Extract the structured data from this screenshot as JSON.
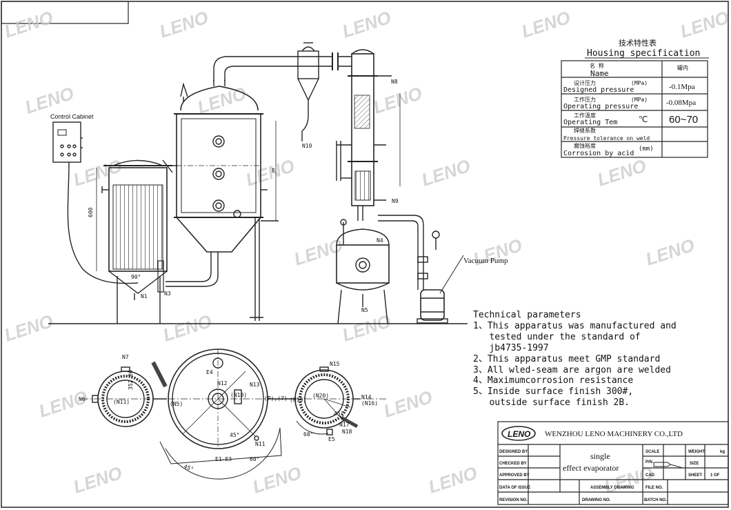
{
  "watermark": {
    "text": "LENO",
    "color": "#bbbbbb"
  },
  "control_cabinet": {
    "label": "Control Cabinet"
  },
  "vacuum_pump": {
    "label": "Vacuum Pump"
  },
  "side_view_labels": {
    "n1": "N1",
    "n3": "N3",
    "n4": "N4",
    "n5": "N5",
    "n8": "N8",
    "n9": "N9",
    "n10": "N10",
    "dim_600": "600",
    "angle_90": "90°",
    "e": "E"
  },
  "plan_view_labels": {
    "n7": "N7",
    "n6": "N6",
    "n11_left": "(N11)",
    "dim_35286": "352.86",
    "e4": "E4",
    "n12": "N12",
    "n13": "N13",
    "n5": "(N5)",
    "n10": "(N10)",
    "n20": "(N20)",
    "n19": "(N19)",
    "p7": "(P),(7)",
    "n11": "N11",
    "n15": "N15",
    "n17": "N17",
    "n14": "N14",
    "n16": "(N16)",
    "n18": "N18",
    "e5": "E5",
    "e1e3": "E1-E3",
    "a45a": "45°",
    "a45b": "45°",
    "a60a": "60°",
    "a60b": "60°",
    "a45c": "45°"
  },
  "housing_spec": {
    "title_cn": "技术特性表",
    "title_en": "Housing specification",
    "header": {
      "name_cn": "名  称",
      "name_en": "Name",
      "value_cn": "罐内"
    },
    "rows": [
      {
        "cn": "设计压力",
        "unit": "(MPa)",
        "en": "Designed pressure",
        "value": "-0.1Mpa"
      },
      {
        "cn": "工作压力",
        "unit": "(MPa)",
        "en": "Operating pressure",
        "value": "-0.08Mpa"
      },
      {
        "cn": "工作温度",
        "unit": "℃",
        "en": "Operating Tem",
        "value": "60~70"
      },
      {
        "cn": "焊缝系数",
        "unit": "",
        "en": "Pressure tolerance on weld",
        "value": ""
      },
      {
        "cn": "腐蚀裕度",
        "unit": "(mm)",
        "en": "Corrosion by acid",
        "value": ""
      }
    ]
  },
  "technical_parameters": {
    "title": "Technical parameters",
    "lines": [
      "1、This apparatus was manufactured and",
      "   tested under the standard of",
      "   jb4735-1997",
      "2、This apparatus meet GMP standard",
      "3、All wled-seam are argon are welded",
      "4、Maximumcorrosion resistance",
      "5、Inside surface finish 300#,",
      "   outside surface finish 2B."
    ]
  },
  "title_block": {
    "company": "WENZHOU LENO MACHINERY CO.,LTD",
    "logo": "LENO",
    "designed_by": "DESIGNED BY",
    "checked_by": "CHECKED BY",
    "approved_by": "APPROVED BY",
    "date_of_issue": "DATA OF ISSUE",
    "revision_no": "REVISION NO.",
    "product_line1": "single",
    "product_line2": "effect evaporator",
    "scale": "SCALE",
    "weight": "WEIGHT",
    "weight_unit": "kg",
    "pn": "P/N",
    "size": "SIZE",
    "cad": "CAD",
    "sheet": "SHEET",
    "sheet_value": "1 OF",
    "assembly_drawing": "ASSEMBLY DRAWING",
    "file_no": "FILE NO.",
    "drawing_no": "DRAWING NO.",
    "batch_no": "BATCH NO."
  }
}
